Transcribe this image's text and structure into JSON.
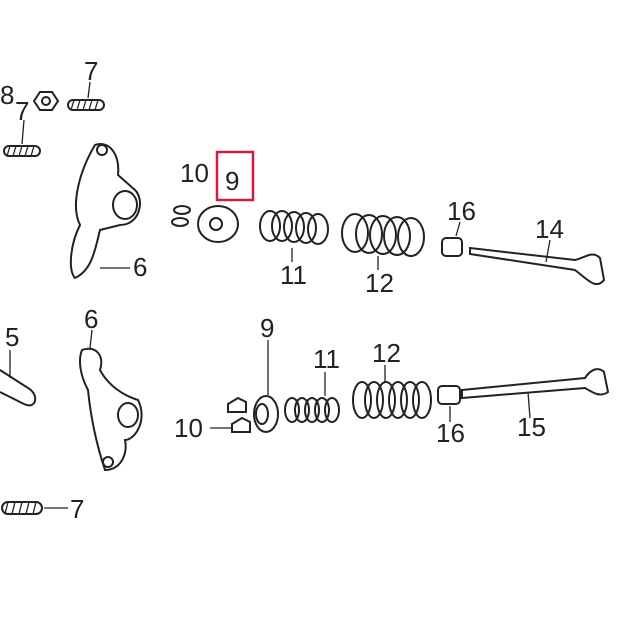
{
  "diagram": {
    "highlight_color": "#d81b3c",
    "highlighted_label": "9",
    "labels": {
      "top_8": "8",
      "top_7a": "7",
      "top_7b": "7",
      "top_10": "10",
      "top_9": "9",
      "top_6": "6",
      "top_11": "11",
      "top_12": "12",
      "top_16": "16",
      "top_14": "14",
      "bot_5": "5",
      "bot_6": "6",
      "bot_9": "9",
      "bot_11": "11",
      "bot_12": "12",
      "bot_10": "10",
      "bot_16": "16",
      "bot_15": "15",
      "bot_7": "7"
    }
  }
}
